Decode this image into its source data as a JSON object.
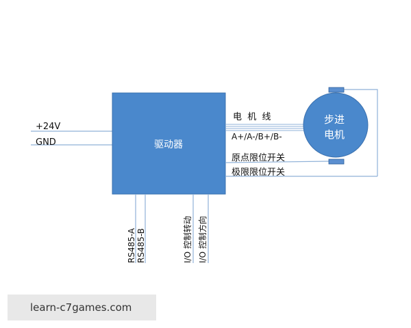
{
  "diagram": {
    "driver_label": "驱动器",
    "motor_label_line1": "步进",
    "motor_label_line2": "电机",
    "power_pos": "+24V",
    "power_gnd": "GND",
    "motor_wire_title": "电  机  线",
    "motor_wire_pins": "A+/A-/B+/B-",
    "home_switch": "原点限位开关",
    "limit_switch": "极限限位开关",
    "rs485_a": "RS485-A",
    "rs485_b": "RS485-B",
    "io_rotate": "I/O 控制转动",
    "io_direction": "I/O 控制方向",
    "watermark": "learn-c7games.com"
  },
  "colors": {
    "driver_fill": "#4a88cc",
    "driver_stroke": "#3a70ae",
    "motor_fill": "#4a88cc",
    "wire": "#8fb1d8",
    "switch_fill": "#5b8fd0"
  }
}
